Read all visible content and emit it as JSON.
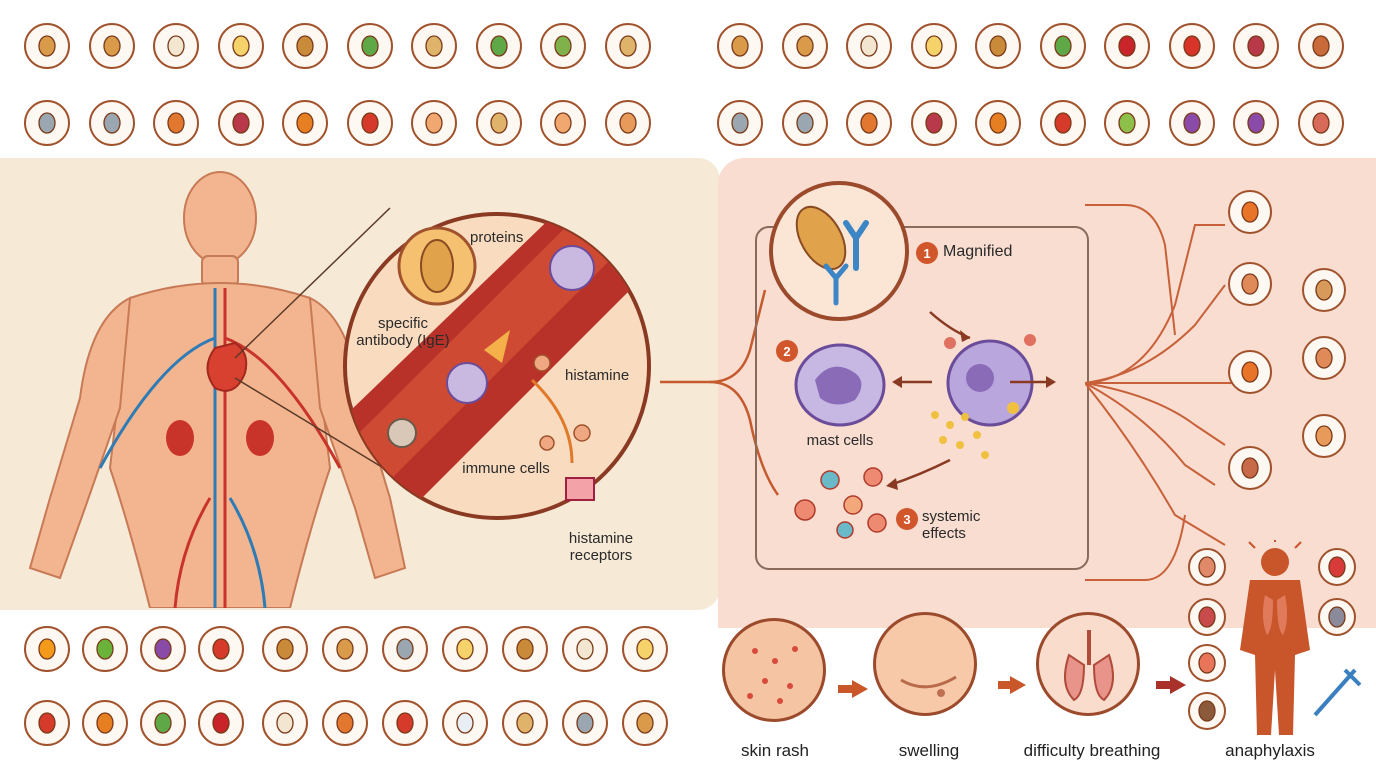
{
  "diagram": {
    "labels": {
      "proteins": "proteins",
      "antibody": "specific antibody (IgE)",
      "histamine": "histamine",
      "immune_cells": "immune cells",
      "histamine_receptors": "histamine receptors",
      "magnified": "Magnified",
      "mast_cells": "mast cells",
      "systemic_effects": "systemic effects"
    },
    "steps": [
      "1",
      "2",
      "3"
    ],
    "symptoms": [
      "skin rash",
      "swelling",
      "difficulty breathing",
      "anaphylaxis"
    ],
    "colors": {
      "accent": "#d1562b",
      "icon_border": "#a0522d",
      "left_panel": "#f6e9d6",
      "right_panel": "#f8ddd0",
      "vessel": "#b8322a",
      "mast_cell": "#8a6bb8"
    },
    "food_icons": {
      "top_left_row1": [
        "peanut-icon",
        "peanut-icon",
        "milk-bottle-icon",
        "egg-icon",
        "wheat-icon",
        "pea-pod-icon",
        "nut-icon",
        "pea-pod-icon",
        "soybean-icon",
        "nut-icon"
      ],
      "top_left_row2": [
        "fish-icon",
        "fish-icon",
        "molecule-icon",
        "beet-icon",
        "pumpkin-icon",
        "tomato-icon",
        "shell-icon",
        "nut-icon",
        "shell-icon",
        "network-icon"
      ],
      "top_right_row1": [
        "peanut-icon",
        "peanut-icon",
        "milk-bottle-icon",
        "egg-icon",
        "wheat-icon",
        "pea-pod-icon",
        "cherry-icon",
        "pepper-icon",
        "beet-icon",
        "sausage-icon"
      ],
      "top_right_row2": [
        "fish-icon",
        "fish-icon",
        "molecule-icon",
        "beet-icon",
        "pumpkin-icon",
        "tomato-icon",
        "lime-icon",
        "grapes-icon",
        "grapes-icon",
        "meat-icon"
      ],
      "bottom_left_row1": [
        "orange-icon",
        "apple-icon",
        "grapes-icon",
        "tomato-icon",
        "wheat-icon",
        "peanut-icon",
        "fish-icon",
        "egg-icon",
        "wheat-icon",
        "milk-bottle-icon",
        "egg-icon"
      ],
      "bottom_left_row2": [
        "tomato-icon",
        "pumpkin-icon",
        "pea-pod-icon",
        "cherry-icon",
        "milk-bottle-icon",
        "molecule-icon",
        "tomato-icon",
        "milk-carton-icon",
        "nut-icon",
        "fish-icon",
        "peanut-icon"
      ],
      "side_right": [
        "truck-icon",
        "calendar-icon",
        "clipboard-icon",
        "calendar-icon",
        "truck-icon",
        "network-icon",
        "cell-icon"
      ],
      "anaphylaxis_ring": [
        "face-icon",
        "strawberry-icon",
        "steak-icon",
        "virus-icon",
        "shrimp-icon",
        "insect-icon"
      ]
    }
  }
}
